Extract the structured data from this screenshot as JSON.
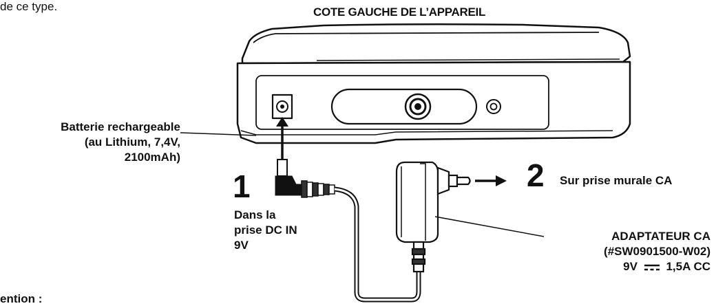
{
  "intro_fragment": "de ce type.",
  "title": "COTE GAUCHE DE L’APPAREIL",
  "battery": {
    "line1": "Batterie  rechargeable",
    "line2": "(au Lithium, 7,4V,",
    "line3": "2100mAh)"
  },
  "step1": {
    "number": "1",
    "line1": "Dans la",
    "line2": "prise DC IN",
    "line3": "9V"
  },
  "step2": {
    "number": "2",
    "label": "Sur prise murale CA"
  },
  "adapter": {
    "line1": "ADAPTATEUR CA",
    "line2": "(#SW0901500-W02)",
    "line3_prefix": "9V",
    "dc_symbol": "dc-symbol-icon",
    "line3_suffix": "1,5A CC"
  },
  "attention_fragment": "ention :"
}
